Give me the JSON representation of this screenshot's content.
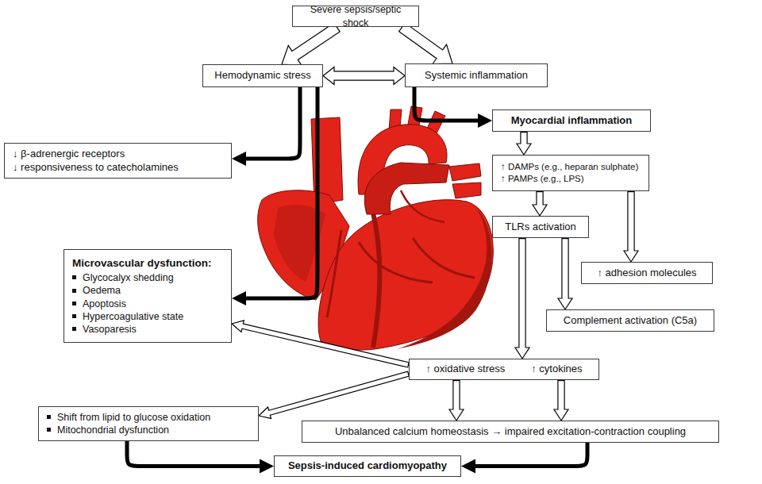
{
  "diagram": {
    "nodes": [
      {
        "text": [
          "Severe sepsis/septic shock"
        ]
      },
      {
        "text": [
          "Hemodynamic stress"
        ]
      },
      {
        "text": [
          "Systemic inflammation"
        ]
      },
      {
        "text": [
          "↓ β-adrenergic receptors",
          "↓ responsiveness to catecholamines"
        ]
      },
      {
        "text": [
          "Myocardial inflammation"
        ]
      },
      {
        "text": [
          "↑ DAMPs (e.g., heparan sulphate)",
          "↑ PAMPs (e.g., LPS)"
        ]
      },
      {
        "text": [
          "TLRs activation"
        ]
      },
      {
        "text": [
          "↑ adhesion molecules"
        ]
      },
      {
        "text": [
          "Microvascular dysfunction:",
          "Glycocalyx shedding",
          "Oedema",
          "Apoptosis",
          "Hypercoagulative state",
          "Vasoparesis"
        ]
      },
      {
        "text": [
          "Complement activation (C5a)"
        ]
      },
      {
        "text": [
          "↑ oxidative stress",
          "↑ cytokines"
        ]
      },
      {
        "text": [
          "Shift from lipid to glucose oxidation",
          "Mitochondrial dysfunction"
        ]
      },
      {
        "text": [
          "Unbalanced calcium homeostasis → impaired excitation-contraction coupling"
        ]
      },
      {
        "text": [
          "Sepsis-induced cardiomyopathy"
        ]
      }
    ],
    "edges": [
      {
        "from": 0,
        "to": 1,
        "arrow": "to"
      },
      {
        "from": 0,
        "to": 2,
        "arrow": "to"
      },
      {
        "from": 1,
        "to": 2,
        "arrow": "both"
      },
      {
        "from": 1,
        "to": 3,
        "arrow": "to"
      },
      {
        "from": 1,
        "to": 8,
        "arrow": "to"
      },
      {
        "from": 2,
        "to": 4,
        "arrow": "to"
      },
      {
        "from": 4,
        "to": 5,
        "arrow": "to"
      },
      {
        "from": 5,
        "to": 6,
        "arrow": "to"
      },
      {
        "from": 5,
        "to": 7,
        "arrow": "to"
      },
      {
        "from": 6,
        "to": 9,
        "arrow": "to"
      },
      {
        "from": 6,
        "to": 10,
        "arrow": "to"
      },
      {
        "from": 10,
        "to": 8,
        "arrow": "to"
      },
      {
        "from": 10,
        "to": 11,
        "arrow": "to"
      },
      {
        "from": 10,
        "to": 12,
        "arrow": "to"
      },
      {
        "from": 10,
        "to": 12,
        "arrow": "to"
      },
      {
        "from": 11,
        "to": 13,
        "arrow": "to"
      },
      {
        "from": 12,
        "to": 13,
        "arrow": "to"
      }
    ]
  }
}
